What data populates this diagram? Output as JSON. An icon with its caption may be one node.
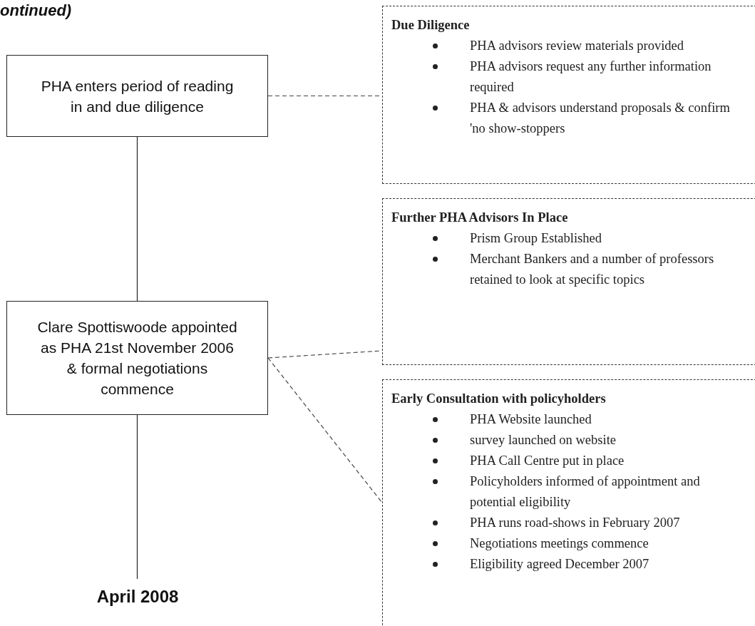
{
  "diagram": {
    "title": "ontinued)",
    "nodes": [
      {
        "text": [
          "PHA enters period of reading in and due diligence"
        ]
      },
      {
        "text": [
          "Clare Spottiswoode appointed as PHA 21st November 2006 & formal negotiations commence"
        ]
      },
      {
        "text": [
          "April 2008"
        ]
      },
      {
        "text": [
          "Due Diligence",
          "PHA advisors review materials provided",
          "PHA advisors request any further information required",
          "PHA & advisors understand proposals & confirm 'no show-stoppers"
        ]
      },
      {
        "text": [
          "Further PHA Advisors In Place",
          "Prism Group Established",
          "Merchant Bankers and a number of professors retained to look at specific topics"
        ]
      },
      {
        "text": [
          "Early Consultation with policyholders",
          "PHA Website launched",
          "survey launched on website",
          "PHA Call Centre put in place",
          "Policyholders informed of appointment and potential eligibility",
          "PHA runs road-shows in February 2007",
          "Negotiations meetings commence",
          "Eligibility agreed December 2007"
        ]
      }
    ],
    "edges": [
      {
        "from": 0,
        "to": 1,
        "arrow": "none"
      },
      {
        "from": 1,
        "to": 2,
        "arrow": "none"
      },
      {
        "from": 0,
        "to": 3,
        "arrow": "none",
        "style": "dashed"
      },
      {
        "from": 1,
        "to": 4,
        "arrow": "none",
        "style": "dashed"
      },
      {
        "from": 1,
        "to": 5,
        "arrow": "none",
        "style": "dashed"
      }
    ]
  }
}
